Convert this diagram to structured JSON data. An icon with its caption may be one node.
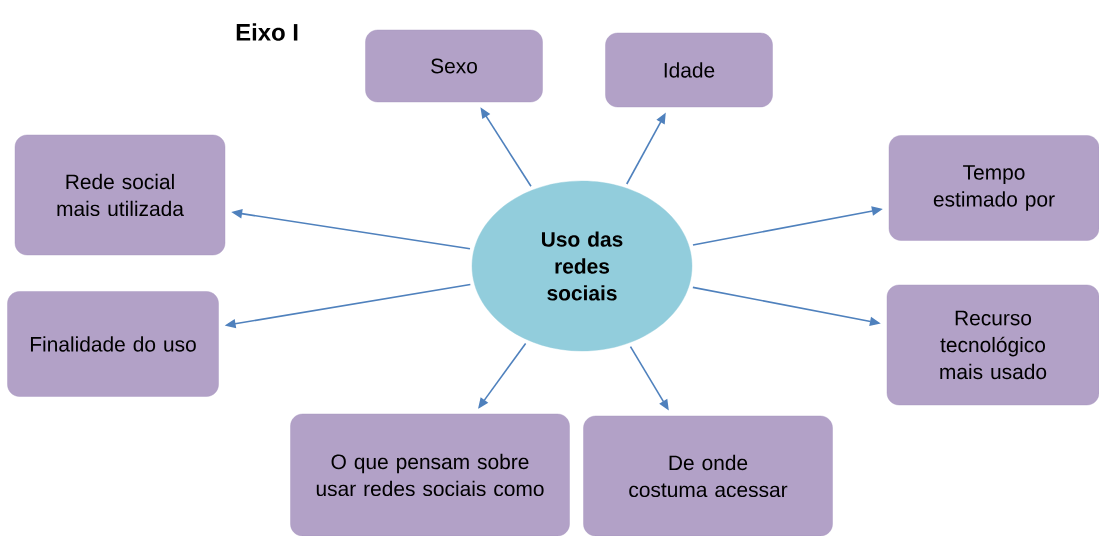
{
  "diagram": {
    "title": "Eixo I",
    "nodes": [
      {
        "text": [
          "Uso das redes sociais"
        ]
      },
      {
        "text": [
          "Sexo"
        ]
      },
      {
        "text": [
          "Idade"
        ]
      },
      {
        "text": [
          "Rede social mais utilizada"
        ]
      },
      {
        "text": [
          "Tempo estimado por"
        ]
      },
      {
        "text": [
          "Finalidade do uso"
        ]
      },
      {
        "text": [
          "Recurso tecnológico mais usado"
        ]
      },
      {
        "text": [
          "O que pensam sobre usar redes sociais como"
        ]
      },
      {
        "text": [
          "De onde costuma acessar"
        ]
      }
    ],
    "edges": [
      {
        "from": 0,
        "to": 1,
        "arrow": "to"
      },
      {
        "from": 0,
        "to": 2,
        "arrow": "to"
      },
      {
        "from": 0,
        "to": 3,
        "arrow": "to"
      },
      {
        "from": 0,
        "to": 4,
        "arrow": "to"
      },
      {
        "from": 0,
        "to": 5,
        "arrow": "to"
      },
      {
        "from": 0,
        "to": 6,
        "arrow": "to"
      },
      {
        "from": 0,
        "to": 7,
        "arrow": "to"
      },
      {
        "from": 0,
        "to": 8,
        "arrow": "to"
      }
    ]
  }
}
